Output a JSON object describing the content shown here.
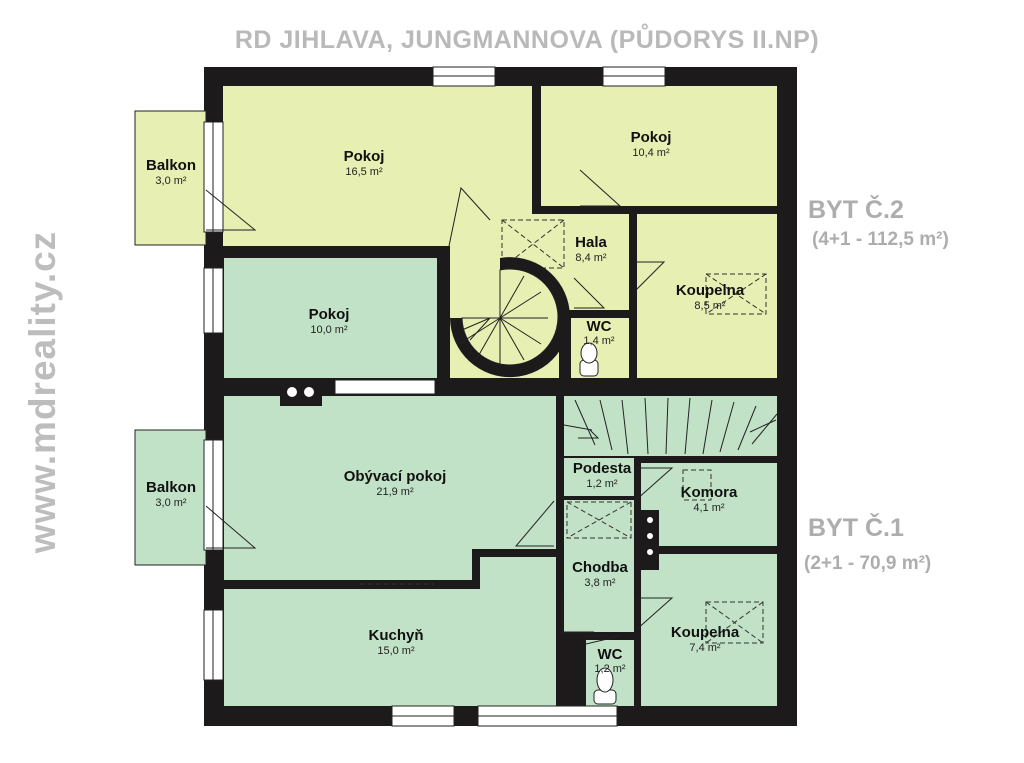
{
  "title": "RD JIHLAVA, JUNGMANNOVA (PŮDORYS II.NP)",
  "watermark": "www.mdreality.cz",
  "colors": {
    "yellow_unit": "#e7efb2",
    "green_unit": "#c2e2c7",
    "walls": "#1c1a1b",
    "window": "#ffffff",
    "label_gray": "#adadad"
  },
  "units": [
    {
      "name": "BYT Č.2",
      "size": "(4+1 - 112,5 m²)"
    },
    {
      "name": "BYT Č.1",
      "size": "(2+1 - 70,9 m²)"
    }
  ],
  "rooms": [
    {
      "name": "Balkon",
      "area": "3,0 m²"
    },
    {
      "name": "Pokoj",
      "area": "16,5 m²"
    },
    {
      "name": "Pokoj",
      "area": "10,4 m²"
    },
    {
      "name": "Hala",
      "area": "8,4 m²"
    },
    {
      "name": "Koupelna",
      "area": "8,5 m²"
    },
    {
      "name": "WC",
      "area": "1,4 m²"
    },
    {
      "name": "Pokoj",
      "area": "10,0 m²"
    },
    {
      "name": "Balkon",
      "area": "3,0 m²"
    },
    {
      "name": "Obývací pokoj",
      "area": "21,9 m²"
    },
    {
      "name": "Podesta",
      "area": "1,2 m²"
    },
    {
      "name": "Komora",
      "area": "4,1 m²"
    },
    {
      "name": "Chodba",
      "area": "3,8 m²"
    },
    {
      "name": "Kuchyň",
      "area": "15,0 m²"
    },
    {
      "name": "WC",
      "area": "1,2 m²"
    },
    {
      "name": "Koupelna",
      "area": "7,4 m²"
    }
  ]
}
